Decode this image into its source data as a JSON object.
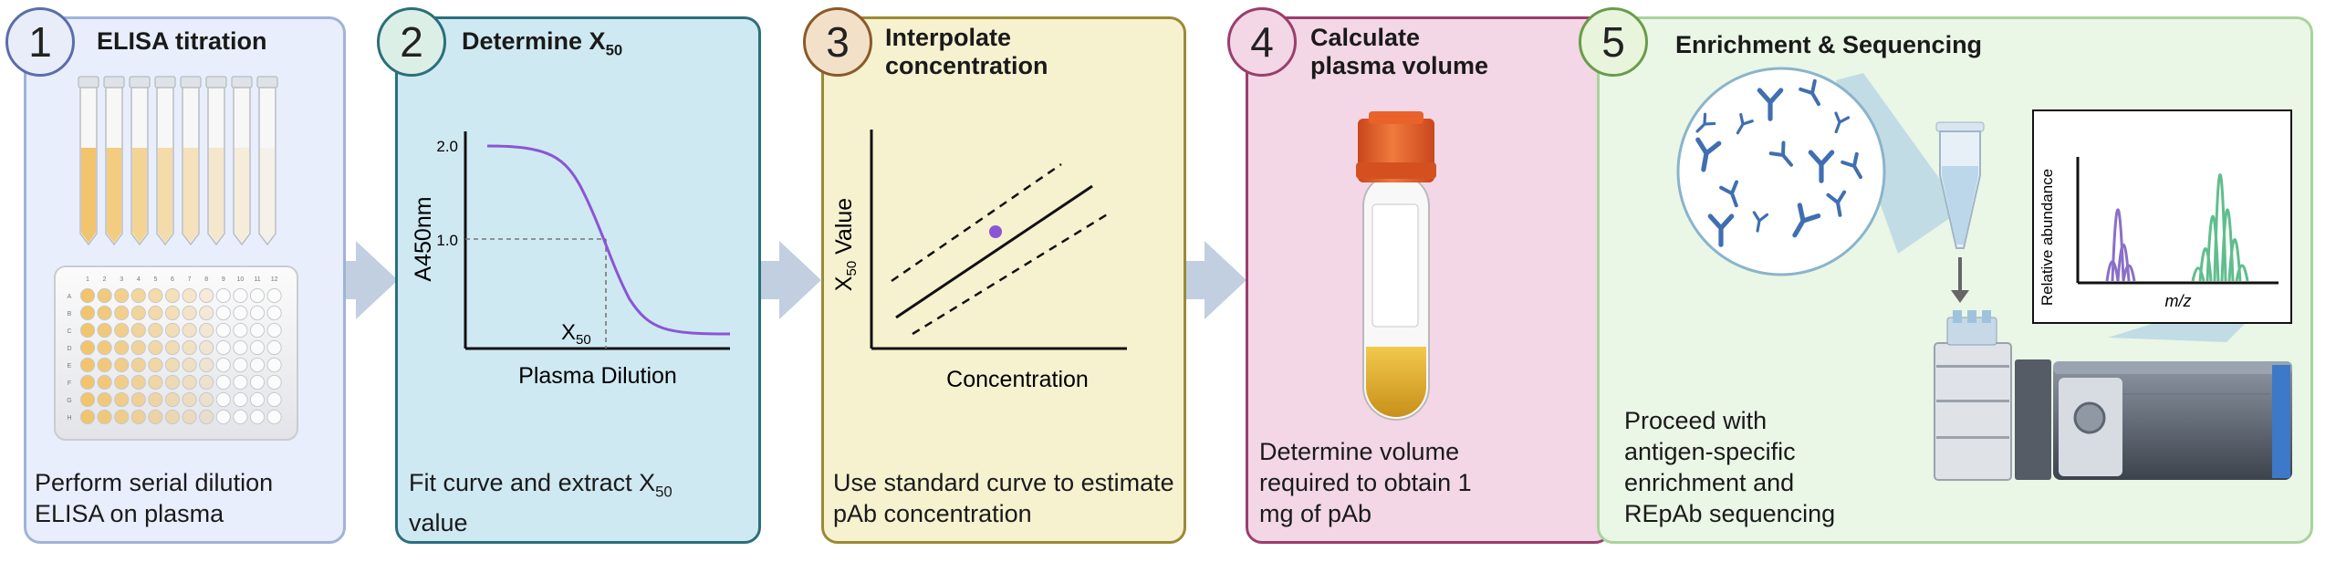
{
  "steps": [
    {
      "number": "1",
      "title": "ELISA titration",
      "description": "Perform serial dilution ELISA on plasma"
    },
    {
      "number": "2",
      "title_main": "Determine X",
      "title_sub": "50",
      "description_main": "Fit curve and extract X",
      "description_sub": "50",
      "description_tail": "value"
    },
    {
      "number": "3",
      "title_line1": "Interpolate",
      "title_line2": "concentration",
      "description": "Use standard curve to estimate pAb concentration"
    },
    {
      "number": "4",
      "title_line1": "Calculate",
      "title_line2": "plasma volume",
      "description_line1": "Determine volume",
      "description_line2": "required to obtain 1",
      "description_line3": "mg of pAb"
    },
    {
      "number": "5",
      "title": "Enrichment & Sequencing",
      "description_line1": "Proceed with",
      "description_line2": "antigen-specific",
      "description_line3": "enrichment and",
      "description_line4": "REpAb sequencing"
    }
  ],
  "plate": {
    "column_labels": [
      "1",
      "2",
      "3",
      "4",
      "5",
      "6",
      "7",
      "8",
      "9",
      "10",
      "11",
      "12"
    ],
    "row_labels": [
      "A",
      "B",
      "C",
      "D",
      "E",
      "F",
      "G",
      "H"
    ]
  },
  "curve_plot": {
    "ylabel": "A450nm",
    "xlabel": "Plasma Dilution",
    "yticks": [
      "2.0",
      "1.0"
    ],
    "x50_main": "X",
    "x50_sub": "50"
  },
  "standard_plot": {
    "ylabel_main": "X",
    "ylabel_sub": "50",
    "ylabel_tail": " Value",
    "xlabel": "Concentration"
  },
  "ms_plot": {
    "ylabel": "Relative abundance",
    "xlabel": "m/z"
  },
  "colors": {
    "curve": "#8a55d6",
    "point": "#8a55d6",
    "well": "#f2c46b",
    "peak_purple": "#8a6fc9",
    "peak_green": "#5fbe8d",
    "antibody": "#3f6fb0",
    "cap": "#e8622a",
    "arrow": "#c1cfe1"
  }
}
